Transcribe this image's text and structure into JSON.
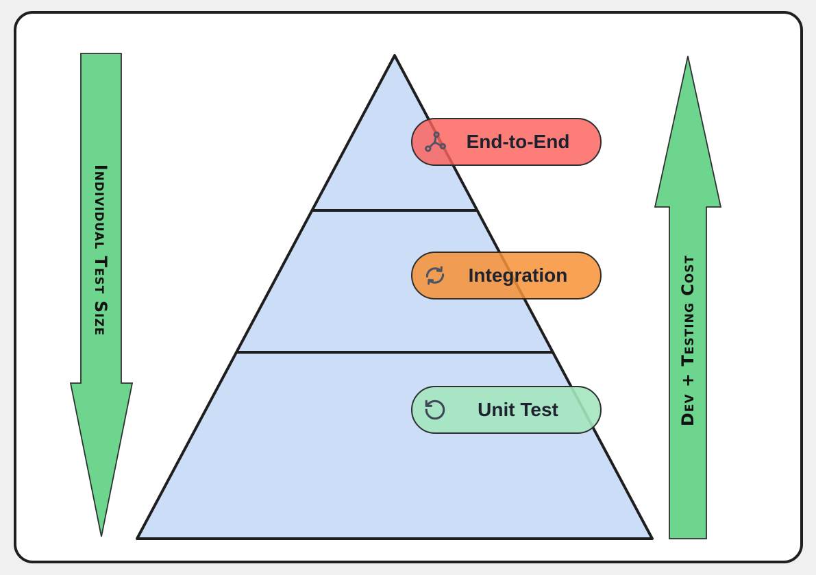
{
  "canvas": {
    "background": "#f0f0f1",
    "card_fill": "#ffffff",
    "card_stroke": "#1f1f1f"
  },
  "pyramid": {
    "name": "testing pyramid",
    "fill": "#ccddf8",
    "stroke": "#1e1e1e",
    "label_color": "#1e222e",
    "icon_color": "#4d5466",
    "levels": [
      {
        "label": "End-to-End",
        "icon": "flow-icon",
        "fill": "rgba(252,96,90,0.82)",
        "position": "top"
      },
      {
        "label": "Integration",
        "icon": "sync-icon",
        "fill": "rgba(246,146,54,0.85)",
        "position": "middle"
      },
      {
        "label": "Unit Test",
        "icon": "rotate-ccw-icon",
        "fill": "rgba(164,230,190,0.9)",
        "position": "bottom"
      }
    ]
  },
  "left_arrow": {
    "label": "Individual Test Size",
    "direction": "down",
    "fill": "#6dd58d",
    "stroke": "#2f2f2f",
    "label_color": "#111111"
  },
  "right_arrow": {
    "label": "Dev + Testing Cost",
    "direction": "up",
    "fill": "#6dd58d",
    "stroke": "#2f2f2f",
    "label_color": "#111111"
  }
}
